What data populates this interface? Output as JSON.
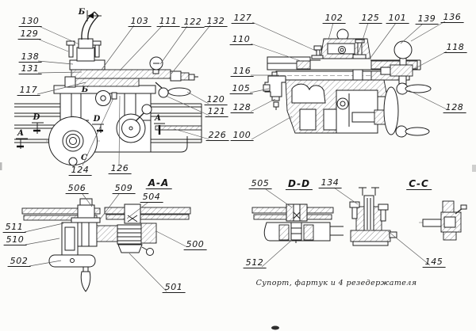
{
  "page": {
    "caption": "Супорт, фартук и 4 резедержателя"
  },
  "section_titles": {
    "aa": "A-A",
    "dd": "D-D",
    "cc": "C-C"
  },
  "view_letters": {
    "b": "Б",
    "c": "C",
    "d": "D",
    "a": "A"
  },
  "callouts": {
    "c100": "100",
    "c101": "101",
    "c102": "102",
    "c103": "103",
    "c105": "105",
    "c110": "110",
    "c111": "111",
    "c116": "116",
    "c117": "117",
    "c118": "118",
    "c120": "120",
    "c121": "121",
    "c122": "122",
    "c124": "124",
    "c125": "125",
    "c126": "126",
    "c127": "127",
    "c128": "128",
    "c129": "129",
    "c130": "130",
    "c131": "131",
    "c132": "132",
    "c134": "134",
    "c136": "136",
    "c138": "138",
    "c139": "139",
    "c145": "145",
    "c226": "226",
    "c500": "500",
    "c501": "501",
    "c502": "502",
    "c504": "504",
    "c505": "505",
    "c506": "506",
    "c509": "509",
    "c510": "510",
    "c511": "511",
    "c512": "512"
  }
}
